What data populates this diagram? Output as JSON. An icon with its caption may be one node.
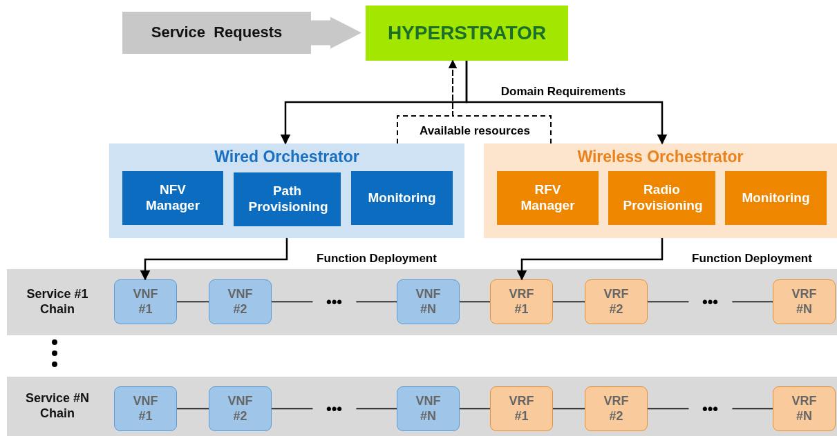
{
  "diagram": {
    "nodes": [
      {
        "text": [
          "Service  Requests"
        ]
      },
      {
        "text": [
          "HYPERSTRATOR"
        ]
      },
      {
        "text": [
          "Wired Orchestrator"
        ]
      },
      {
        "text": [
          "NFV Manager"
        ],
        "in": 2
      },
      {
        "text": [
          "Path Provisioning"
        ],
        "in": 2
      },
      {
        "text": [
          "Monitoring"
        ],
        "in": 2
      },
      {
        "text": [
          "Wireless Orchestrator"
        ]
      },
      {
        "text": [
          "RFV Manager"
        ],
        "in": 6
      },
      {
        "text": [
          "Radio Provisioning"
        ],
        "in": 6
      },
      {
        "text": [
          "Monitoring"
        ],
        "in": 6
      },
      {
        "text": [
          "Service #1 Chain"
        ]
      },
      {
        "text": [
          "VNF #1"
        ],
        "in": 10
      },
      {
        "text": [
          "VNF #2"
        ],
        "in": 10
      },
      {
        "text": [
          "VNF #N"
        ],
        "in": 10
      },
      {
        "text": [
          "VRF #1"
        ],
        "in": 10
      },
      {
        "text": [
          "VRF #2"
        ],
        "in": 10
      },
      {
        "text": [
          "VRF #N"
        ],
        "in": 10
      },
      {
        "text": [
          "Service #N Chain"
        ]
      },
      {
        "text": [
          "VNF #1"
        ],
        "in": 17
      },
      {
        "text": [
          "VNF #2"
        ],
        "in": 17
      },
      {
        "text": [
          "VNF #N"
        ],
        "in": 17
      },
      {
        "text": [
          "VRF #1"
        ],
        "in": 17
      },
      {
        "text": [
          "VRF #2"
        ],
        "in": 17
      },
      {
        "text": [
          "VRF #N"
        ],
        "in": 17
      }
    ],
    "edges": [
      {
        "from": 0,
        "to": 1,
        "arrow": "to",
        "style": "thick",
        "color": "#c8c8c8"
      },
      {
        "from": 1,
        "to": 2,
        "arrow": "to"
      },
      {
        "from": 1,
        "to": 6,
        "arrow": "to",
        "label": "Domain Requirements"
      },
      {
        "from": 2,
        "to": 1,
        "arrow": "to",
        "style": "dashed",
        "label": "Available resources"
      },
      {
        "from": 6,
        "to": 1,
        "arrow": "to",
        "style": "dashed"
      },
      {
        "from": 2,
        "to": 11,
        "arrow": "to",
        "label": "Function Deployment"
      },
      {
        "from": 6,
        "to": 14,
        "arrow": "to",
        "label": "Function Deployment"
      },
      {
        "from": 11,
        "to": 12,
        "arrow": "none"
      },
      {
        "from": 12,
        "to": 13,
        "arrow": "none",
        "label": "•••"
      },
      {
        "from": 13,
        "to": 14,
        "arrow": "none"
      },
      {
        "from": 14,
        "to": 15,
        "arrow": "none"
      },
      {
        "from": 15,
        "to": 16,
        "arrow": "none",
        "label": "•••"
      },
      {
        "from": 18,
        "to": 19,
        "arrow": "none"
      },
      {
        "from": 19,
        "to": 20,
        "arrow": "none",
        "label": "•••"
      },
      {
        "from": 20,
        "to": 21,
        "arrow": "none"
      },
      {
        "from": 21,
        "to": 22,
        "arrow": "none"
      },
      {
        "from": 22,
        "to": 23,
        "arrow": "none",
        "label": "•••"
      }
    ]
  }
}
